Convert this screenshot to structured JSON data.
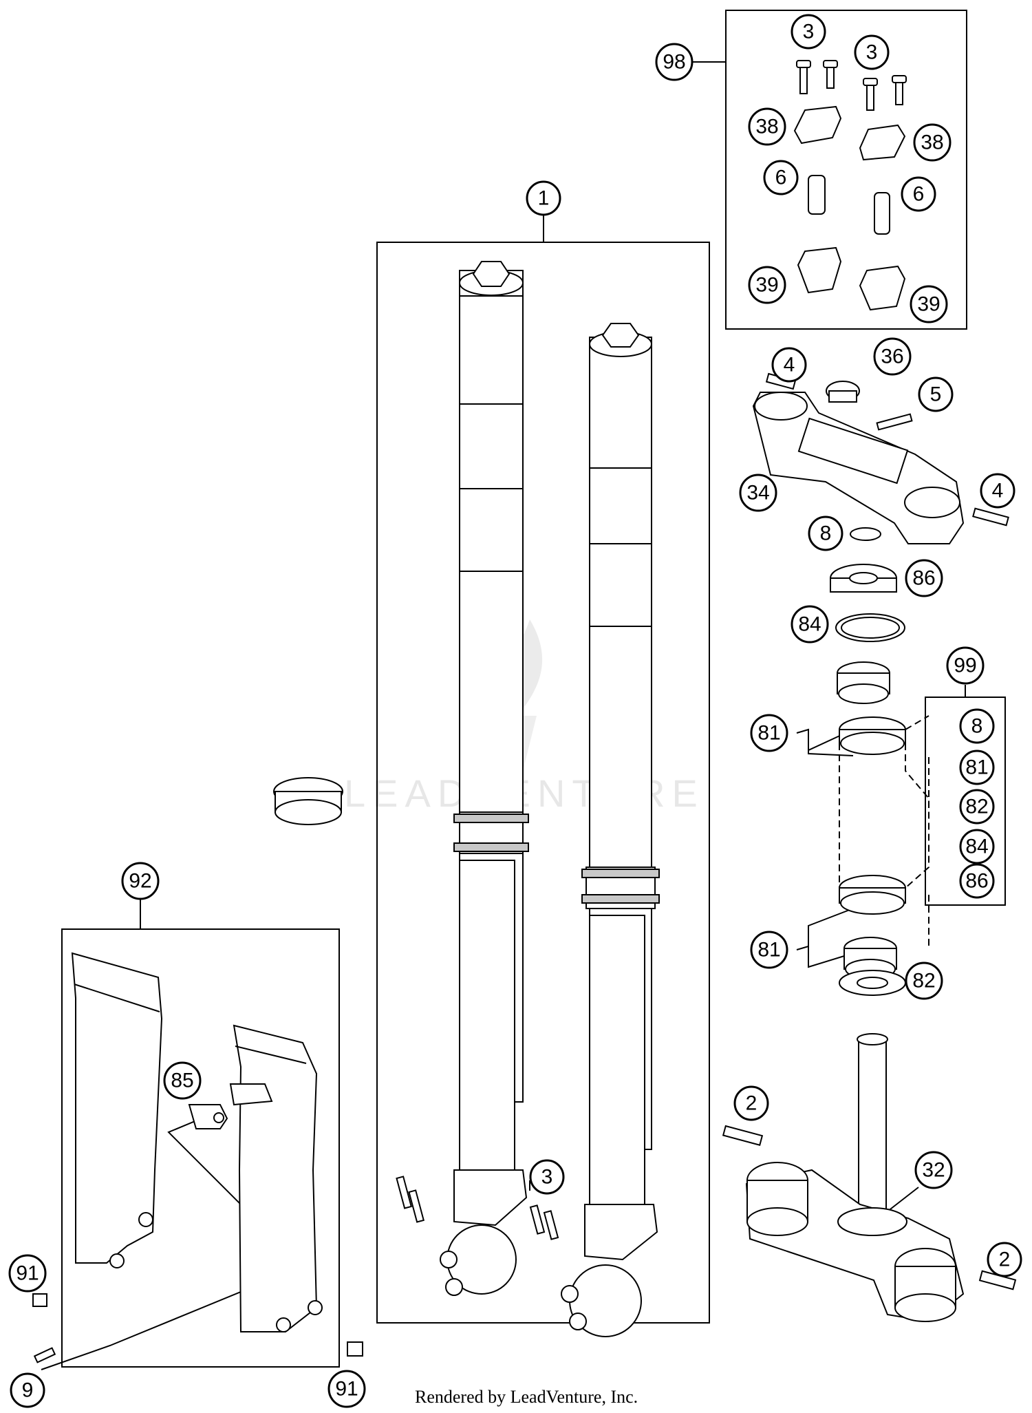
{
  "callouts": {
    "c1": "1",
    "c98": "98",
    "c3a": "3",
    "c3b": "3",
    "c38a": "38",
    "c38b": "38",
    "c6a": "6",
    "c6b": "6",
    "c39a": "39",
    "c39b": "39",
    "c4a": "4",
    "c36": "36",
    "c5": "5",
    "c34": "34",
    "c4b": "4",
    "c8": "8",
    "c86": "86",
    "c84": "84",
    "c99": "99",
    "c81a": "81",
    "c81b": "81",
    "c82": "82",
    "c92": "92",
    "c85": "85",
    "c3c": "3",
    "c2a": "2",
    "c32": "32",
    "c2b": "2",
    "c91a": "91",
    "c9": "9",
    "c91b": "91"
  },
  "kit_99_items": [
    "8",
    "81",
    "82",
    "84",
    "86"
  ],
  "watermark": "LEADVENTURE",
  "footer": "Rendered by LeadVenture, Inc."
}
